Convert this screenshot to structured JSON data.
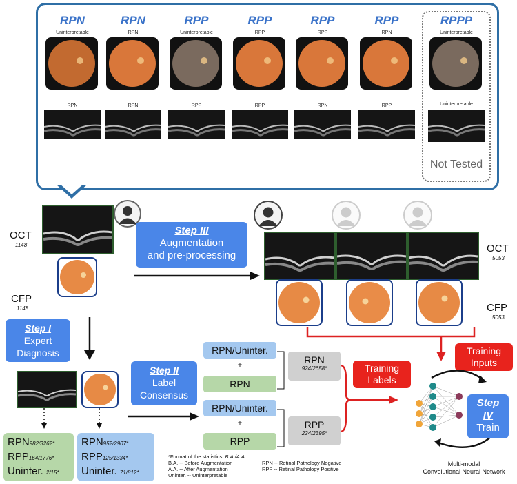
{
  "panel": {
    "columns": [
      {
        "header": "RPN",
        "cfp_caption": "Uninterpretable",
        "oct_caption": "RPN"
      },
      {
        "header": "RPN",
        "cfp_caption": "RPN",
        "oct_caption": "RPN"
      },
      {
        "header": "RPP",
        "cfp_caption": "Uninterpretable",
        "oct_caption": "RPP"
      },
      {
        "header": "RPP",
        "cfp_caption": "RPP",
        "oct_caption": "RPP"
      },
      {
        "header": "RPP",
        "cfp_caption": "RPP",
        "oct_caption": "RPN"
      },
      {
        "header": "RPP",
        "cfp_caption": "RPN",
        "oct_caption": "RPP"
      },
      {
        "header": "RPPP",
        "cfp_caption": "Uninterpretable",
        "oct_caption": "Uninterpretable"
      }
    ],
    "not_tested": "Not Tested"
  },
  "left": {
    "oct_label": "OCT",
    "oct_count": "1148",
    "cfp_label": "CFP",
    "cfp_count": "1148"
  },
  "right": {
    "oct_label": "OCT",
    "oct_count": "5053",
    "cfp_label": "CFP",
    "cfp_count": "5053"
  },
  "step1": {
    "title": "Step I",
    "line1": "Expert",
    "line2": "Diagnosis"
  },
  "step2": {
    "title": "Step II",
    "line1": "Label",
    "line2": "Consensus"
  },
  "step3": {
    "title": "Step III",
    "line1": "Augmentation",
    "line2": "and pre-processing"
  },
  "step4": {
    "title": "Step",
    "title2": "IV",
    "line1": "Train"
  },
  "consensus": {
    "rpn_top": "RPN/Uninter.",
    "plus": "+",
    "rpn_bottom": "RPN",
    "rpp_top": "RPN/Uninter.",
    "rpp_bottom": "RPP",
    "rpn_result": "RPN",
    "rpn_stats": "924/2658*",
    "rpp_result": "RPP",
    "rpp_stats": "224/2395*"
  },
  "training_labels": {
    "line1": "Training",
    "line2": "Labels"
  },
  "training_inputs": {
    "line1": "Training",
    "line2": "Inputs"
  },
  "stats_oct": {
    "rpn": "RPN",
    "rpn_n": "982/3262*",
    "rpp": "RPP",
    "rpp_n": "164/1776*",
    "un": "Uninter.",
    "un_n": "2/15*"
  },
  "stats_cfp": {
    "rpn": "RPN",
    "rpn_n": "952/2907*",
    "rpp": "RPP",
    "rpp_n": "125/1334*",
    "un": "Uninter.",
    "un_n": "71/812*"
  },
  "notes": {
    "format_prefix": "*Format of the statistics: ",
    "format_value": "B.A./A.A.",
    "ba": "B.A. -- Before Augmentation",
    "aa": "A.A. -- After Augmentation",
    "un": "Uninter. -- Uninterpretable",
    "rpn": "RPN -- Retinal Pathology Negative",
    "rpp": "RPP -- Retinal Pathology Positive"
  },
  "network": {
    "line1": "Multi-modal",
    "line2": "Convolutional Neural Network"
  },
  "colors": {
    "blue_step": "#4a86e8",
    "light_blue": "#a4c8ef",
    "light_green": "#b6d7a8",
    "grey": "#d0d0d0",
    "red": "#e8231d",
    "panel_border": "#2f6fa6",
    "node_orange": "#f0a53a",
    "node_teal": "#1f8a8a",
    "node_maroon": "#8c3a5a"
  }
}
